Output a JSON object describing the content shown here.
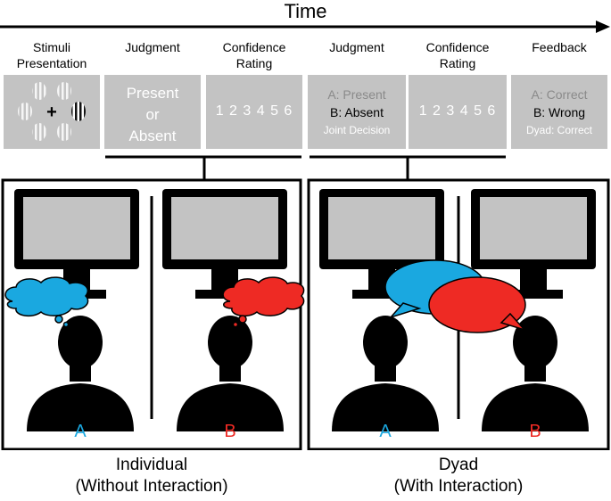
{
  "timeline": {
    "title": "Time"
  },
  "stages": [
    {
      "line1": "Stimuli",
      "line2": "Presentation"
    },
    {
      "line1": "Judgment",
      "line2": ""
    },
    {
      "line1": "Confidence",
      "line2": "Rating"
    },
    {
      "line1": "Judgment",
      "line2": ""
    },
    {
      "line1": "Confidence",
      "line2": "Rating"
    },
    {
      "line1": "Feedback",
      "line2": ""
    }
  ],
  "panels": {
    "stimulus": {
      "fixation": "+"
    },
    "judgment": {
      "line1": "Present",
      "line2": "or",
      "line3": "Absent"
    },
    "rating": {
      "scale": "1 2 3 4 5 6"
    },
    "dyad_judgment": {
      "line1": "A: Present",
      "line2": "B: Absent",
      "line3": "Joint Decision"
    },
    "dyad_rating": {
      "scale": "1 2 3 4 5 6"
    },
    "feedback": {
      "line1": "A: Correct",
      "line2": "B: Wrong",
      "line3": "Dyad: Correct"
    }
  },
  "conditions": {
    "individual": {
      "participant_a": "A",
      "participant_b": "B",
      "caption_line1": "Individual",
      "caption_line2": "(Without Interaction)"
    },
    "dyad": {
      "participant_a": "A",
      "participant_b": "B",
      "caption_line1": "Dyad",
      "caption_line2": "(With Interaction)"
    }
  },
  "colors": {
    "participant_a": "#1aa8e0",
    "participant_b": "#ee2a24",
    "panel_gray": "#c3c3c3",
    "panel_text_dim": "#8a8a8a",
    "monitor_screen": "#c3c3c3"
  }
}
